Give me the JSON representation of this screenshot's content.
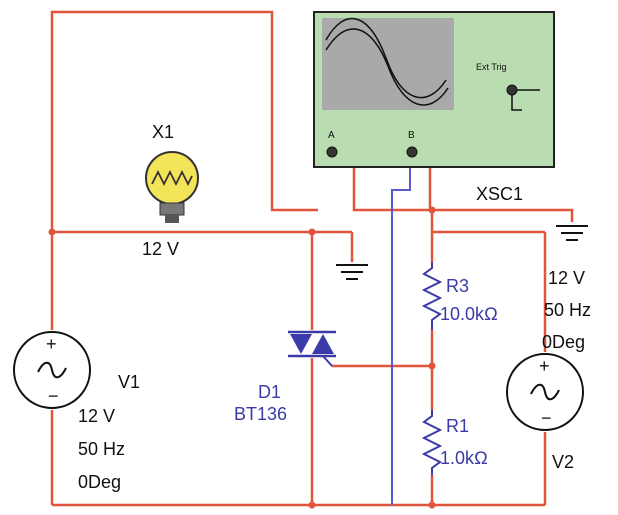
{
  "colors": {
    "wire": "#e0553c",
    "wire_blue": "#5a5ad0",
    "component": "#3a3aa8",
    "scope_body": "#b9dcb0",
    "scope_screen": "#a9a9a9",
    "bulb": "#f4e45a"
  },
  "oscilloscope": {
    "name": "XSC1",
    "channel_a": "A",
    "channel_b": "B",
    "ext_trig": "Ext Trig"
  },
  "lamp": {
    "name": "X1",
    "rating": "12 V"
  },
  "source_v1": {
    "name": "V1",
    "voltage": "12 V",
    "frequency": "50 Hz",
    "phase": "0Deg"
  },
  "source_v2": {
    "name": "V2",
    "voltage": "12 V",
    "frequency": "50 Hz",
    "phase": "0Deg"
  },
  "triac": {
    "name": "D1",
    "part": "BT136"
  },
  "resistor_r3": {
    "name": "R3",
    "value": "10.0kΩ"
  },
  "resistor_r1": {
    "name": "R1",
    "value": "1.0kΩ"
  }
}
